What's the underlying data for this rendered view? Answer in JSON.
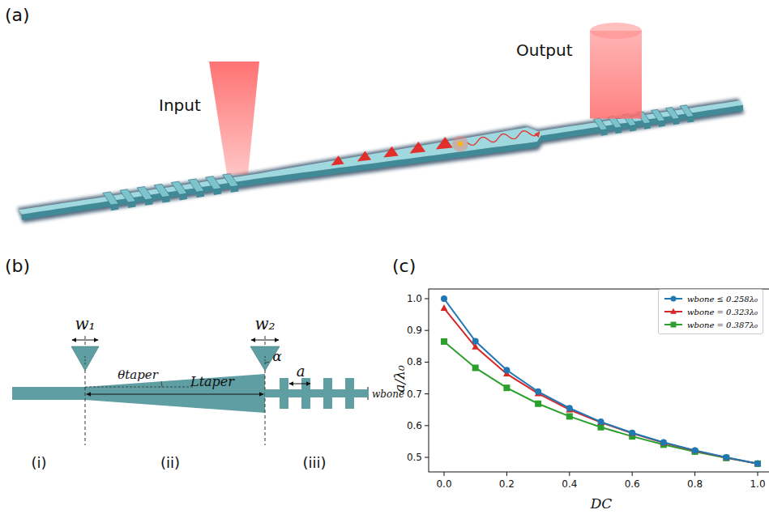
{
  "diagram": {
    "labels": [
      "(a)",
      "Input",
      "Output",
      "(b)",
      "w₁",
      "α",
      "w₂",
      "θtaper",
      "Ltaper",
      "a",
      "wbone",
      "(i)",
      "(ii)",
      "(iii)",
      "(c)",
      "a/λ₀",
      "DC",
      "0.0",
      "0.2",
      "0.4",
      "0.6",
      "0.8",
      "1.0",
      "0.5",
      "0.6",
      "0.7",
      "0.8",
      "0.9",
      "1.0"
    ],
    "legend": [
      {
        "text": "wbone ≤ 0.258λ₀"
      },
      {
        "text": "wbone = 0.323λ₀"
      },
      {
        "text": "wbone = 0.387λ₀"
      }
    ]
  }
}
